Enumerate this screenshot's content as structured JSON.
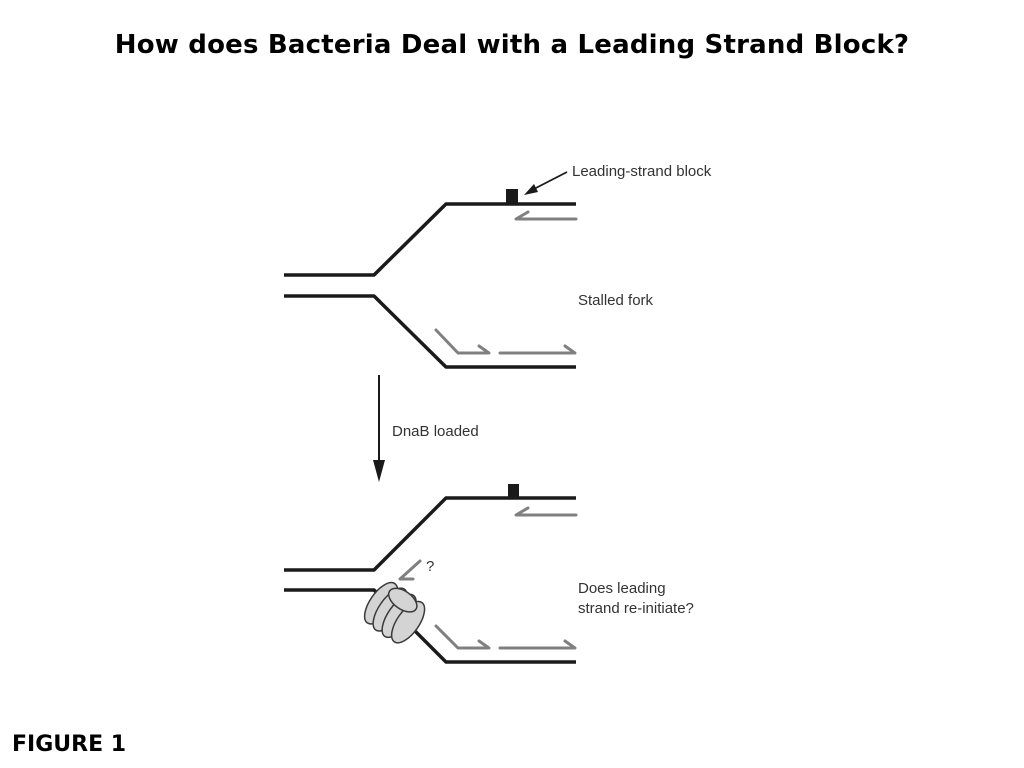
{
  "title": "How does Bacteria Deal with a Leading Strand Block?",
  "figure_label": "FIGURE 1",
  "diagram": {
    "labels": {
      "leading_strand_block": "Leading-strand block",
      "stalled_fork": "Stalled fork",
      "dnab_loaded": "DnaB loaded",
      "question_mark": "?",
      "reinitiate_line1": "Does leading",
      "reinitiate_line2": "strand re-initiate?"
    },
    "colors": {
      "parental_strand": "#1a1a1a",
      "new_strand": "#808080",
      "helicase_fill": "#d4d4d4",
      "helicase_stroke": "#3a3a3a"
    }
  }
}
